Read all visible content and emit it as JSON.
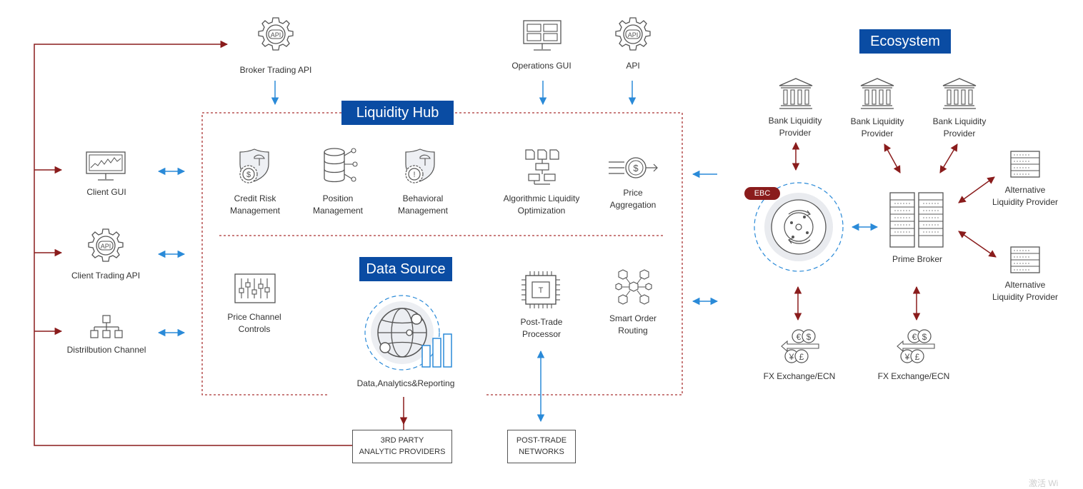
{
  "top": {
    "broker_api": "Broker Trading API",
    "ops_gui": "Operations GUI",
    "api": "API"
  },
  "icon_text": {
    "api": "API",
    "chip": "T"
  },
  "left": {
    "client_gui": "Client GUI",
    "client_api": "Client Trading API",
    "distribution": "Distrilbution Channel"
  },
  "hub": {
    "title": "Liquidity Hub",
    "credit": [
      "Credit Risk",
      "Management"
    ],
    "position": [
      "Position",
      "Management"
    ],
    "behavioral": [
      "Behavioral",
      "Management"
    ],
    "algo": [
      "Algorithmic Liquidity",
      "Optimization"
    ],
    "price_agg": [
      "Price",
      "Aggregation"
    ]
  },
  "data": {
    "title": "Data Source",
    "price_channel": [
      "Price Channel",
      "Controls"
    ],
    "dar": "Data,Analytics&Reporting",
    "post_trade": [
      "Post-Trade",
      "Processor"
    ],
    "smart_order": [
      "Smart Order",
      "Routing"
    ]
  },
  "bottom": {
    "third_party": [
      "3RD PARTY",
      "ANALYTIC PROVIDERS"
    ],
    "post_trade_networks": [
      "POST-TRADE",
      "NETWORKS"
    ]
  },
  "eco": {
    "title": "Ecosystem",
    "ebc": "EBC",
    "bank": [
      "Bank Liquidity",
      "Provider"
    ],
    "alt": [
      "Alternative",
      "Liquidity Provider"
    ],
    "prime": "Prime Broker",
    "fx": "FX Exchange/ECN"
  },
  "watermark": "激活 Wi",
  "colors": {
    "blue_banner": "#0a4ca3",
    "dark_red": "#8a1c1c",
    "arrow_blue": "#2a8ad8",
    "icon_gray": "#555555"
  }
}
